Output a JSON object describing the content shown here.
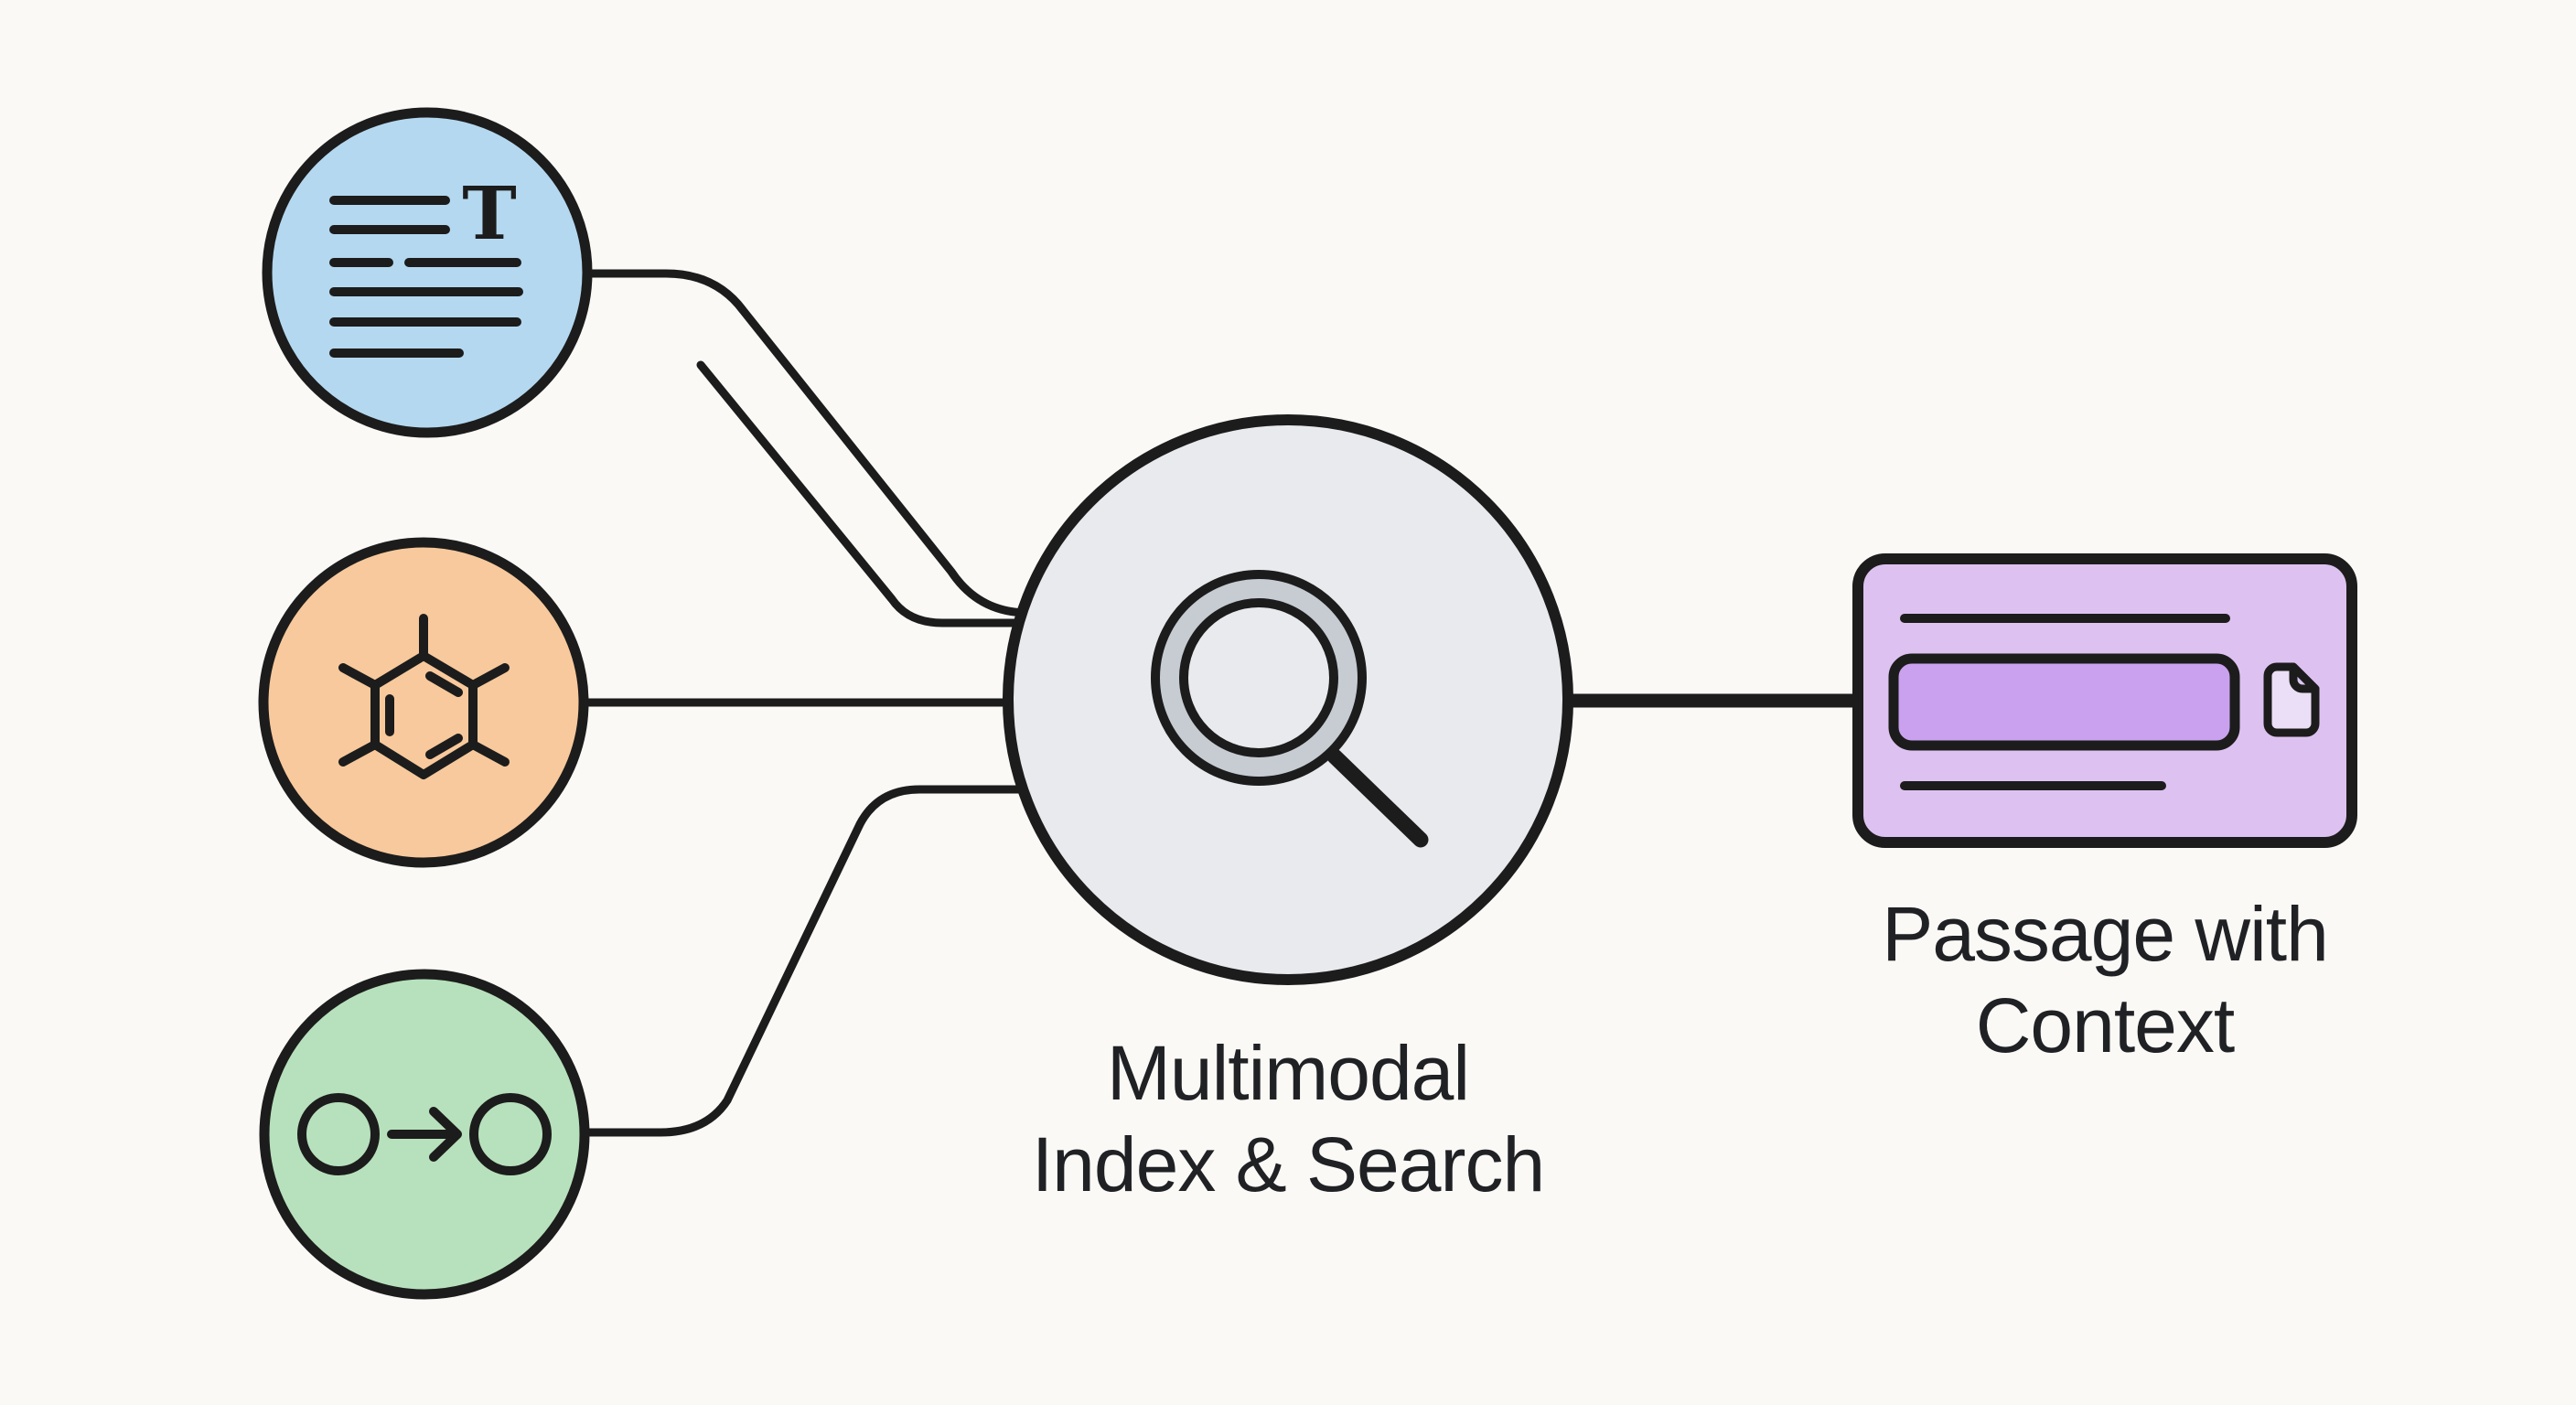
{
  "diagram": {
    "background_color": "#faf9f6",
    "ink_color": "#1c1c1c",
    "nodes": {
      "text_input": {
        "icon": "text-lines-icon",
        "glyph": "T",
        "fill": "#b4d8f0"
      },
      "molecule_input": {
        "icon": "molecule-icon",
        "fill": "#f8c99c"
      },
      "transform_input": {
        "icon": "circles-arrow-icon",
        "fill": "#b7e1bc"
      },
      "hub": {
        "label_lines": [
          "Multimodal",
          "Index & Search"
        ],
        "icon": "magnifier-icon",
        "fill": "#e8eaee",
        "lens_ring_fill": "#c7ccd3"
      },
      "output": {
        "label_lines": [
          "Passage with",
          "Context"
        ],
        "icon": "document-icon",
        "fill": "#ddc2f1",
        "highlight_fill": "#c9a1ee",
        "doc_fill": "#ebdff7",
        "doc_fold_fill": "#d8c6ee"
      }
    }
  }
}
